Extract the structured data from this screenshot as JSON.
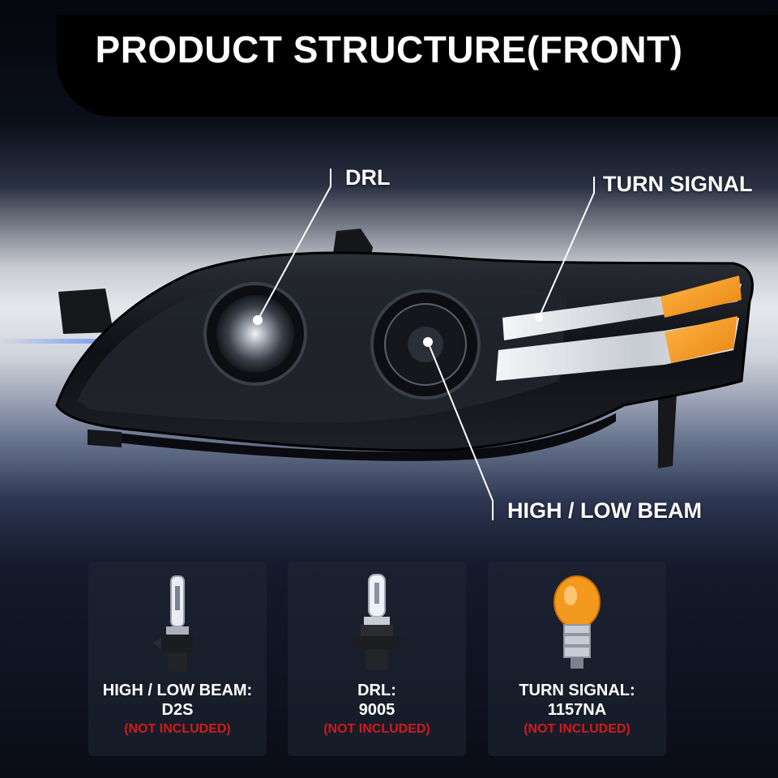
{
  "header": {
    "title": "PRODUCT STRUCTURE(FRONT)"
  },
  "callouts": {
    "drl": "DRL",
    "turn_signal": "TURN SIGNAL",
    "beam": "HIGH / LOW BEAM"
  },
  "bulbs": [
    {
      "name": "HIGH / LOW BEAM:",
      "code": "D2S",
      "note": "(NOT INCLUDED)",
      "icon": "hid-bulb-icon"
    },
    {
      "name": "DRL:",
      "code": "9005",
      "note": "(NOT INCLUDED)",
      "icon": "halogen-bulb-icon"
    },
    {
      "name": "TURN SIGNAL:",
      "code": "1157NA",
      "note": "(NOT INCLUDED)",
      "icon": "amber-bulb-icon"
    }
  ],
  "colors": {
    "amber": "#f39a1e",
    "note_red": "#d21a1a"
  }
}
